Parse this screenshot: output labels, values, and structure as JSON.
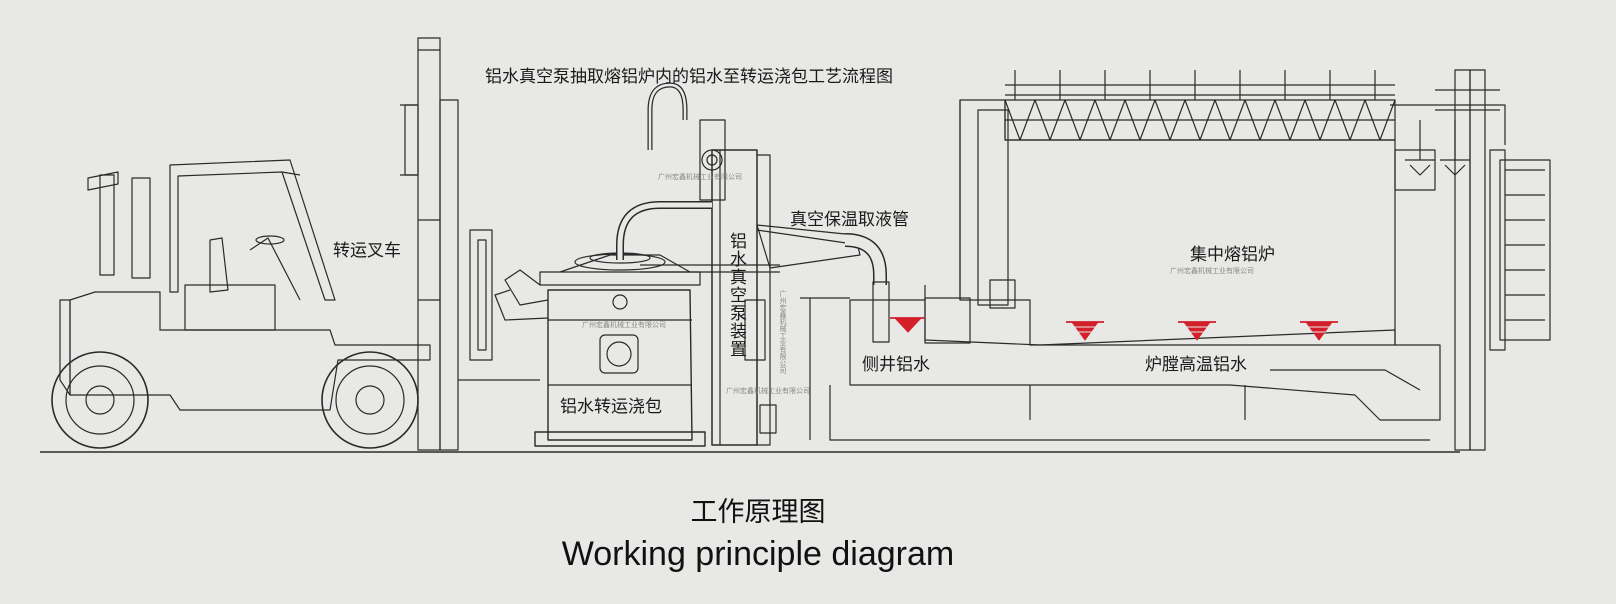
{
  "title": "铝水真空泵抽取熔铝炉内的铝水至转运浇包工艺流程图",
  "labels": {
    "forklift": "转运叉车",
    "ladle": "铝水转运浇包",
    "vacuum_device": "铝水真空泵装置",
    "suction_pipe": "真空保温取液管",
    "furnace": "集中熔铝炉",
    "side_well": "侧井铝水",
    "chamber_melt": "炉膛高温铝水"
  },
  "caption": {
    "zh": "工作原理图",
    "en": "Working principle diagram"
  },
  "watermarks": {
    "ladle": "广州宏鑫机械工业有限公司",
    "device_top": "广州宏鑫机械工业有限公司",
    "device_side": "广州宏鑫机械工业有限公司",
    "device_bottom": "广州宏鑫机械工业有限公司",
    "furnace": "广州宏鑫机械工业有限公司"
  },
  "colors": {
    "background": "#e8e8e6",
    "line": "#2a2a2a",
    "melt_marker": "#d21f2a"
  }
}
